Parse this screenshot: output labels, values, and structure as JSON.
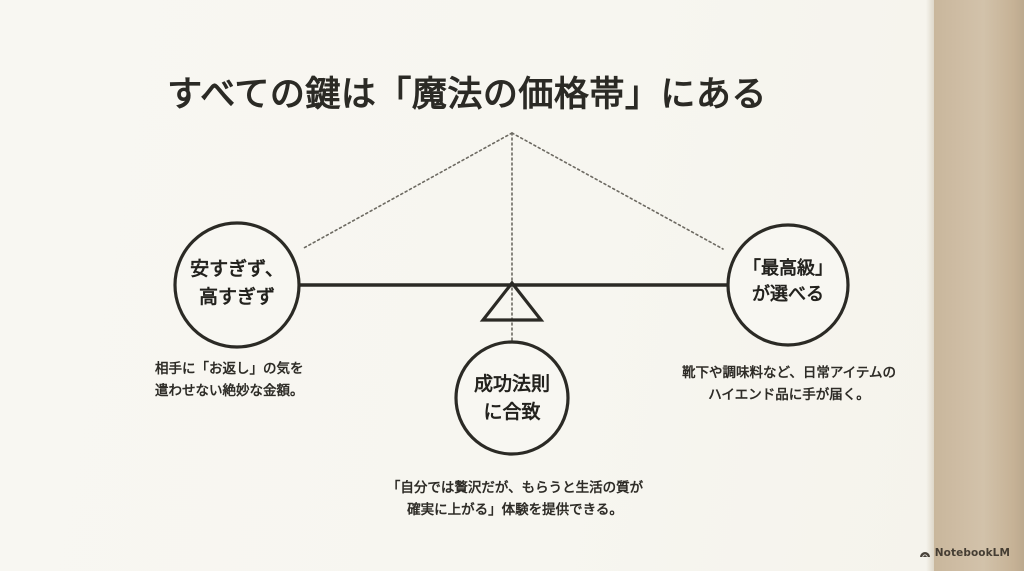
{
  "slide": {
    "title": "すべての鍵は「魔法の価格帯」にある",
    "background_color": "#f8f7f2",
    "ink_color": "#2b2a25",
    "edge_band_color": "#cdbba2"
  },
  "diagram": {
    "type": "balance-scale",
    "nodes": {
      "left": {
        "label": "安すぎず、\n高すぎず",
        "caption": "相手に「お返し」の気を\n遣わせない絶妙な金額。"
      },
      "right": {
        "label": "「最高級」\nが選べる",
        "caption": "靴下や調味料など、日常アイテムの\nハイエンド品に手が届く。"
      },
      "bottom": {
        "label": "成功法則\nに合致",
        "caption": "「自分では贅沢だが、もらうと生活の質が\n確実に上がる」体験を提供できる。"
      }
    },
    "fulcrum": {
      "shape": "triangle"
    }
  },
  "watermark": {
    "label": "NotebookLM",
    "icon": "notebooklm-logo-icon"
  }
}
